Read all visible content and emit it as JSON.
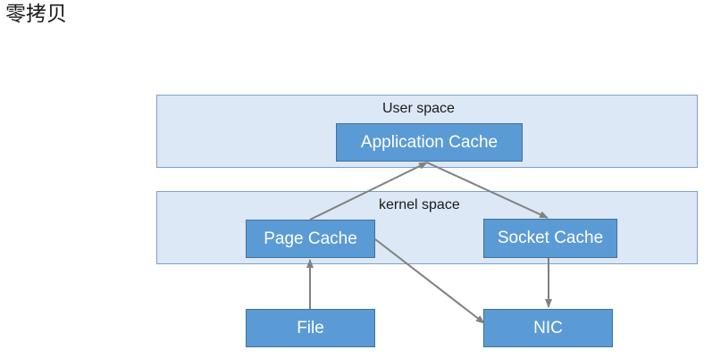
{
  "title": "零拷贝",
  "regions": {
    "user": "User space",
    "kernel": "kernel space"
  },
  "nodes": {
    "application_cache": "Application Cache",
    "page_cache": "Page Cache",
    "socket_cache": "Socket Cache",
    "file": "File",
    "nic": "NIC"
  },
  "colors": {
    "region_fill": "#dce8f5",
    "node_fill": "#5b9bd5",
    "arrow": "#808080"
  }
}
